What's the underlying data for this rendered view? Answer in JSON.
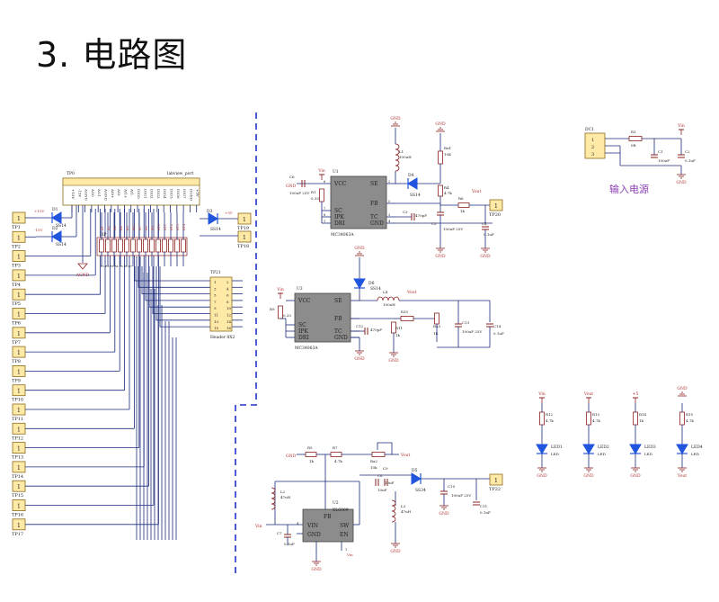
{
  "title": "3. 电路图",
  "colors": {
    "wire": "#1b2a7a",
    "part": "#8b2020",
    "ic_fill": "#8c8c8c",
    "pad_fill": "#ffe9a6",
    "pad_stroke": "#8b6b1a",
    "dash": "#2233cc",
    "led": "#2255dd",
    "cn_text": "#8b3fb5"
  },
  "connectors": {
    "tp_left": [
      {
        "pin": "1",
        "name": "TP1"
      },
      {
        "pin": "1",
        "name": "TP2"
      },
      {
        "pin": "1",
        "name": "TP3"
      },
      {
        "pin": "1",
        "name": "TP4"
      },
      {
        "pin": "1",
        "name": "TP5"
      },
      {
        "pin": "1",
        "name": "TP6"
      },
      {
        "pin": "1",
        "name": "TP7"
      },
      {
        "pin": "1",
        "name": "TP8"
      },
      {
        "pin": "1",
        "name": "TP9"
      },
      {
        "pin": "1",
        "name": "TP10"
      },
      {
        "pin": "1",
        "name": "TP11"
      },
      {
        "pin": "1",
        "name": "TP12"
      },
      {
        "pin": "1",
        "name": "TP13"
      },
      {
        "pin": "1",
        "name": "TP14"
      },
      {
        "pin": "1",
        "name": "TP15"
      },
      {
        "pin": "1",
        "name": "TP16"
      },
      {
        "pin": "1",
        "name": "TP17"
      }
    ],
    "tp_right": [
      {
        "pin": "1",
        "name": "TP19"
      },
      {
        "pin": "1",
        "name": "TP18"
      }
    ],
    "tp20": {
      "pin": "1",
      "name": "TP20"
    },
    "tp22": {
      "pin": "1",
      "name": "TP22"
    },
    "dc1": {
      "name": "DC1",
      "pins": [
        "1",
        "2",
        "3"
      ]
    }
  },
  "header_tp": {
    "name": "TP0",
    "sub": "labview_port",
    "pins": [
      "+15V",
      "-15V",
      "AGND",
      "AO0",
      "AO1",
      "AGND",
      "AI0+",
      "AI0-",
      "AI1+",
      "AI1-",
      "DIO0",
      "DIO1",
      "DIO2",
      "DIO3",
      "DIO4",
      "DIO5",
      "DIO6",
      "DIO7",
      "DGND",
      "+5V"
    ]
  },
  "header21": {
    "name": "TP21",
    "sub": "Header 8X2",
    "left": [
      "1",
      "3",
      "5",
      "7",
      "9",
      "11",
      "13",
      "15"
    ],
    "right": [
      "2",
      "4",
      "6",
      "8",
      "10",
      "12",
      "14",
      "16"
    ]
  },
  "left_diodes": [
    {
      "name": "D1",
      "part": "SS14"
    },
    {
      "name": "D2",
      "part": "SS14"
    }
  ],
  "right_diode": {
    "name": "D3",
    "part": "SS14"
  },
  "rail_labels": {
    "p15": "+15V",
    "m15": "-15V",
    "p5": "+5V",
    "agnd": "AGND"
  },
  "resnet": {
    "name": "RP",
    "labels": [
      "R1",
      "R2",
      "R3",
      "R4",
      "R5",
      "R6",
      "R7",
      "R8",
      "R9",
      "R10",
      "R11",
      "R12",
      "R13",
      "R14"
    ]
  },
  "ic1": {
    "ref": "U1",
    "part": "MC34063A",
    "pins_left": [
      "VCC",
      "SC",
      "IPK",
      "DRI"
    ],
    "pins_right": [
      "SE",
      "FB",
      "TC",
      "GND"
    ],
    "nums": [
      "6",
      "7",
      "8",
      "1",
      "2",
      "5",
      "3",
      "4"
    ]
  },
  "ic1_parts": {
    "c6": "C6",
    "c6v": "100uF 25V",
    "r1": "R1",
    "r1v": "0.33",
    "l1": "L1",
    "l1v": "100uH",
    "d4": "D4",
    "d4v": "SS14",
    "c3": "C3",
    "c3v": "470pF",
    "ra1": "Ra1",
    "ra1v": "10K",
    "r4": "R4",
    "r4v": "4.7k",
    "r6": "R6",
    "r6v": "1k",
    "c5": "C5",
    "c5v": "100uF 25V",
    "c4": "C4",
    "c4v": "0.1uF",
    "gnd": "GND",
    "vout": "Vout",
    "vin": "Vin"
  },
  "ic2": {
    "ref": "U3",
    "part": "MC34063A",
    "pins_left": [
      "VCC",
      "SC",
      "IPK",
      "DRI"
    ],
    "pins_right": [
      "SE",
      "FB",
      "TC",
      "GND"
    ],
    "nums": [
      "6",
      "7",
      "8",
      "1",
      "2",
      "5",
      "3",
      "4"
    ]
  },
  "ic2_parts": {
    "r9": "R9",
    "r9v": "0.33",
    "d6": "D6",
    "d6v": "SS14",
    "l4": "L4",
    "l4v": "100uH",
    "c12": "C12",
    "c12v": "470pF",
    "r10": "R10",
    "r10v": "10K",
    "r11": "R11",
    "r11v": "1k",
    "ra3": "Ra3",
    "ra3v": "1K",
    "c13": "C13",
    "c13v": "100uF 25V",
    "c14": "C14",
    "c14v": "0.1uF",
    "vout": "-Vout"
  },
  "ic3": {
    "ref": "U2",
    "part": "XL6009",
    "pins_top": [
      "FB"
    ],
    "pins_left": [
      "VIN",
      "GND"
    ],
    "pins_right": [
      "SW",
      "EN"
    ],
    "nums": [
      "4",
      "2",
      "3",
      "5",
      "1"
    ]
  },
  "ic3_parts": {
    "r5": "R5",
    "r5v": "1k",
    "r7": "R7",
    "r7v": "4.7k",
    "ra2": "Ra2",
    "ra2v": "10k",
    "l2": "L2",
    "l2v": "47uH",
    "c7": "C7",
    "c7v": "0.1uF",
    "c8": "C8",
    "c8v": "10uF",
    "c9": "C9",
    "c9v": "10uF",
    "d5": "D5",
    "d5v": "SS34",
    "l3": "L3",
    "l3v": "47uH",
    "c10": "C10",
    "c10v": "100uF 25V",
    "c11": "C11",
    "c11v": "0.1uF",
    "vin": "Vin",
    "vout": "Vout"
  },
  "dc_section": {
    "r1": "R1",
    "r1v": "0R",
    "c1": "C1",
    "c1v": "100uF",
    "c2": "C2",
    "c2v": "0.1uF",
    "vin": "Vin",
    "gnd": "GND",
    "caption": "输入电源"
  },
  "leds": [
    {
      "r": "R12",
      "rv": "4.7k",
      "led": "LED1",
      "rail": "Vin"
    },
    {
      "r": "R13",
      "rv": "4.7k",
      "led": "LED2",
      "rail": "Vout"
    },
    {
      "r": "R14",
      "rv": "1k",
      "led": "LED3",
      "rail": "+5"
    },
    {
      "r": "R15",
      "rv": "4.7k",
      "led": "LED4",
      "rail": "GND"
    }
  ]
}
